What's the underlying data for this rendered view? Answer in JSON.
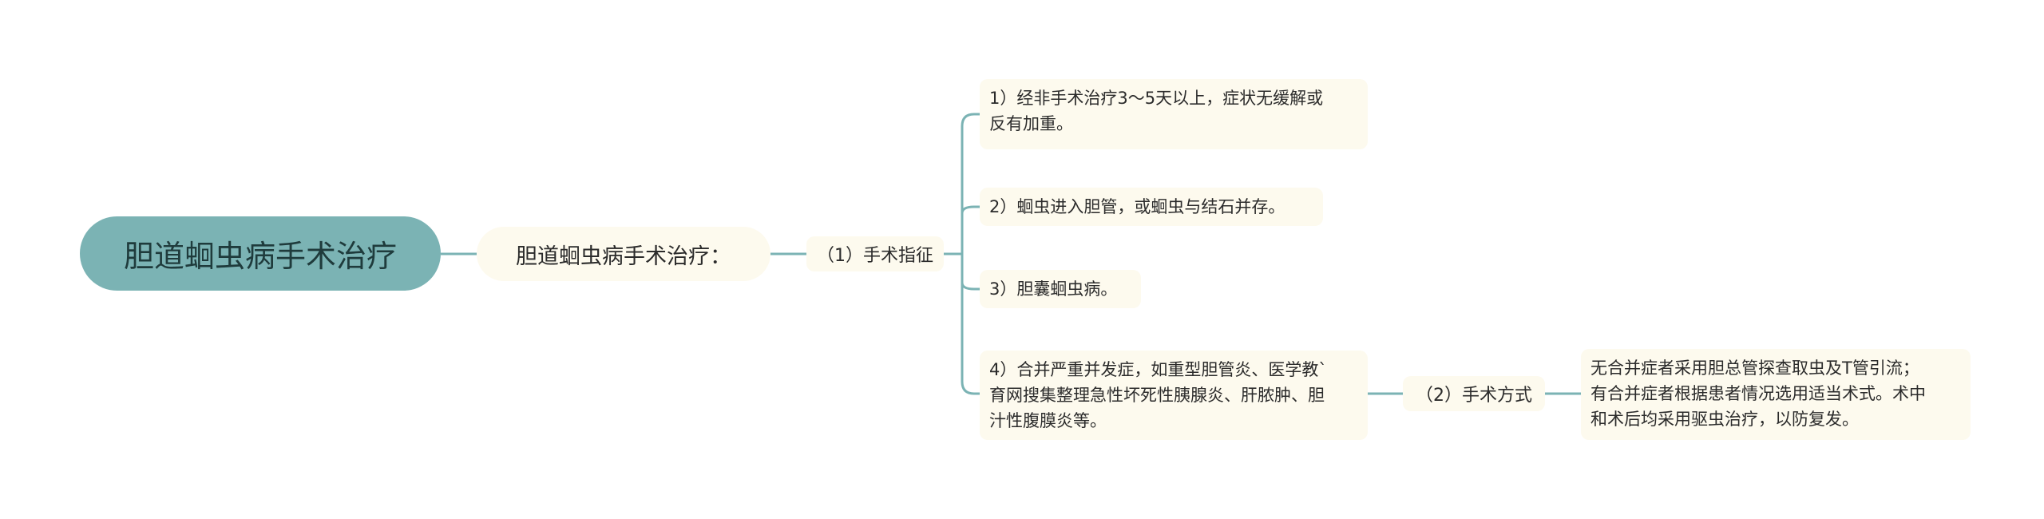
{
  "root": {
    "label": "胆道蛔虫病手术治疗"
  },
  "branch": {
    "label": "胆道蛔虫病手术治疗："
  },
  "indication": {
    "label": "（1）手术指征",
    "items": [
      {
        "lines": [
          "1）经非手术治疗3～5天以上，症状无缓解或",
          "反有加重。"
        ]
      },
      {
        "lines": [
          "2）蛔虫进入胆管，或蛔虫与结石并存。"
        ]
      },
      {
        "lines": [
          "3）胆囊蛔虫病。"
        ]
      },
      {
        "lines": [
          "4）合并严重并发症，如重型胆管炎、医学教`",
          "育网搜集整理急性坏死性胰腺炎、肝脓肿、胆",
          "汁性腹膜炎等。"
        ]
      }
    ]
  },
  "method": {
    "label": "（2）手术方式",
    "detail": {
      "lines": [
        "无合并症者采用胆总管探查取虫及T管引流；",
        "有合并症者根据患者情况选用适当术式。术中",
        "和术后均采用驱虫治疗，以防复发。"
      ]
    }
  },
  "colors": {
    "root_fill": "#7bb3b4",
    "node_fill": "#fdfaee",
    "connector": "#7bb3b4"
  }
}
